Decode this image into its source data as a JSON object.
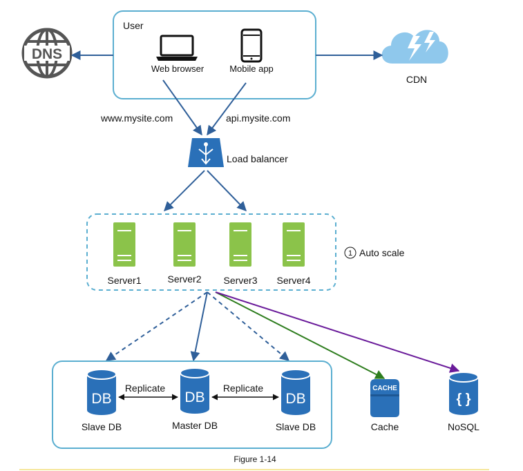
{
  "user_box": {
    "title": "User"
  },
  "clients": {
    "web": "Web browser",
    "mobile": "Mobile app"
  },
  "dns": {
    "label": "DNS"
  },
  "cdn": {
    "label": "CDN"
  },
  "domains": {
    "web": "www.mysite.com",
    "api": "api.mysite.com"
  },
  "load_balancer": {
    "label": "Load balancer"
  },
  "servers": [
    {
      "label": "Server1"
    },
    {
      "label": "Server2"
    },
    {
      "label": "Server3"
    },
    {
      "label": "Server4"
    }
  ],
  "auto_scale": {
    "number": "1",
    "label": "Auto scale"
  },
  "databases": {
    "slave_left": {
      "icon_text": "DB",
      "label": "Slave DB"
    },
    "master": {
      "icon_text": "DB",
      "label": "Master DB"
    },
    "slave_right": {
      "icon_text": "DB",
      "label": "Slave DB"
    },
    "replicate_left": "Replicate",
    "replicate_right": "Replicate"
  },
  "cache": {
    "icon_text": "CACHE",
    "label": "Cache"
  },
  "nosql": {
    "icon_text": "{ }",
    "label": "NoSQL"
  },
  "figure_caption": "Figure 1-14",
  "colors": {
    "box_border": "#5aaed0",
    "arrow_blue": "#2f5f99",
    "arrow_green": "#2e7d1e",
    "arrow_purple": "#6a1b9a",
    "server_green": "#8bc34a",
    "db_blue": "#2a70b8",
    "cdn_blue": "#8fc8ec",
    "caption_line": "#f5e79a"
  }
}
